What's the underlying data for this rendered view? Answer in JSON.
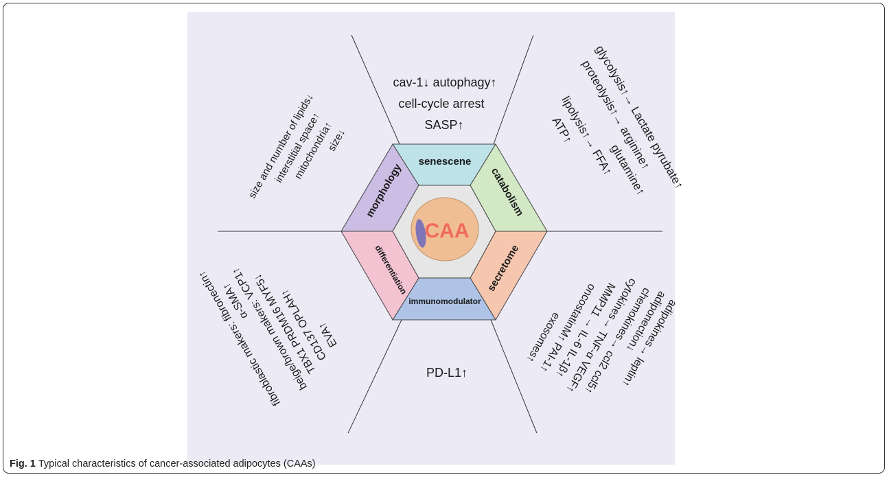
{
  "caption": {
    "label": "Fig. 1",
    "text": "Typical characteristics of cancer-associated adipocytes (CAAs)"
  },
  "center": {
    "label": "CAA"
  },
  "segments": {
    "top": "senescene",
    "upper_right": "catabolism",
    "lower_right": "secretome",
    "bottom": "immunomodulator",
    "lower_left": "differentiation",
    "upper_left": "morphology"
  },
  "senescence_text": [
    "cav-1↓ autophagy↑",
    "cell-cycle arrest",
    "SASP↑"
  ],
  "catabolism_text": [
    "glycolysis↑→ Lactate pyrubate↑",
    "proteolysis↑→ arginine↑",
    "glutamine↑",
    "lipolysis↑→ FFA↑",
    "ATP↑"
  ],
  "morphology_text": [
    "size and number of lipids↓",
    "interstitial space↑",
    "mitochondria↑",
    "size↓"
  ],
  "secretome_text": [
    "adipokines→ leptin↑",
    "adiponection↓",
    "chemokines→ ccl2 ccl5↑",
    "cytokines→ TNF-α VEGF↑",
    "MMP11 → IL-6 IL-1β↑",
    "oncostatinM↑ PAI-1↑",
    "exosomes↑"
  ],
  "differentiation_text": [
    "fibroblastic makers: fibronectin↑",
    "α-SMA↑",
    "beige/brown makers: VCP1↑",
    "TBX1 PRDM16 MYF5↓",
    "CD137 OPLAH↑",
    "EVA↑"
  ],
  "immunomodulator_text": [
    "PD-L1↑"
  ],
  "colors": {
    "panel": "#ecebf5",
    "senescene": "#bde2e8",
    "catabolism": "#d3e9c6",
    "secretome": "#f7c6ae",
    "immunomodulator": "#aec3e6",
    "differentiation": "#f3c3d2",
    "morphology": "#cbbde3",
    "inner": "#e6e6e6",
    "cell": "#f0be94",
    "caa_text": "#ef6b5e"
  }
}
